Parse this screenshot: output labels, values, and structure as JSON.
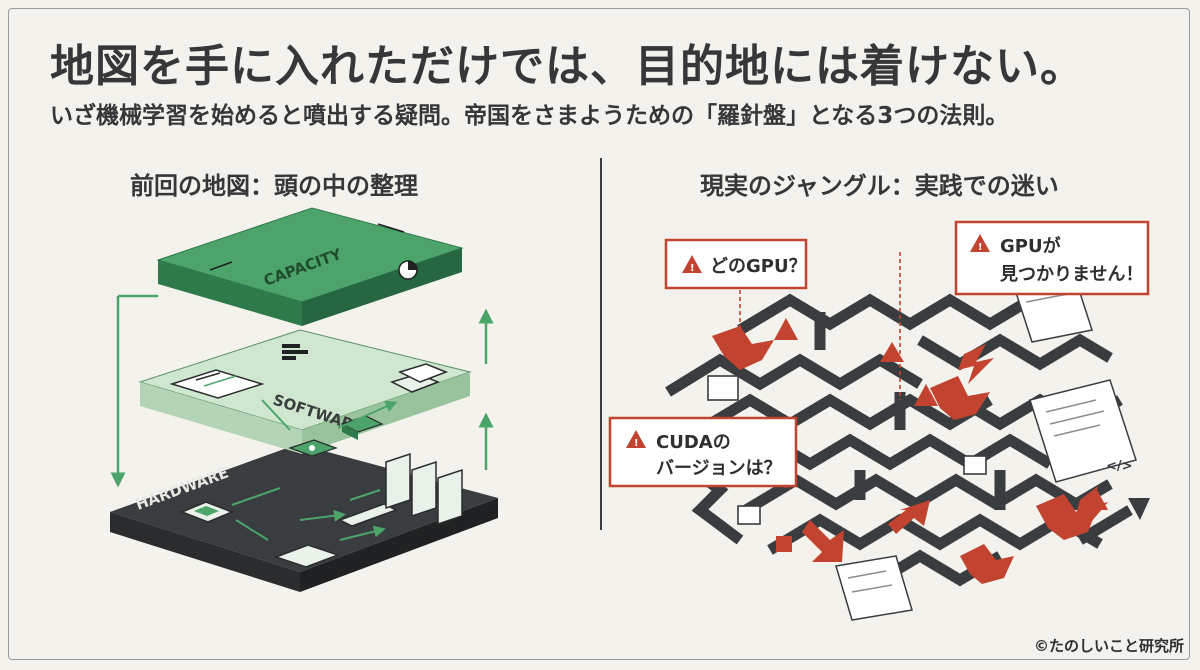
{
  "title": "地図を手に入れただけでは、目的地には着けない。",
  "subtitle": "いざ機械学習を始めると噴出する疑問。帝国をさまようための「羅針盤」となる3つの法則。",
  "left_panel": {
    "heading": "前回の地図：頭の中の整理",
    "layers": {
      "top": "CAPACITY",
      "middle": "SOFTWARE",
      "bottom": "HARDWARE"
    }
  },
  "right_panel": {
    "heading": "現実のジャングル：実践での迷い",
    "callouts": {
      "which_gpu": "どのGPU？",
      "gpu_not_found_line1": "GPUが",
      "gpu_not_found_line2": "見つかりません！",
      "cuda_line1": "CUDAの",
      "cuda_line2": "バージョンは？"
    }
  },
  "copyright": "©たのしいこと研究所",
  "colors": {
    "background": "#f3f2ec",
    "green_dark": "#4ca46a",
    "green_light": "#cfe6cf",
    "hardware_dark": "#3a3d3f",
    "warning_red": "#c2432f"
  }
}
